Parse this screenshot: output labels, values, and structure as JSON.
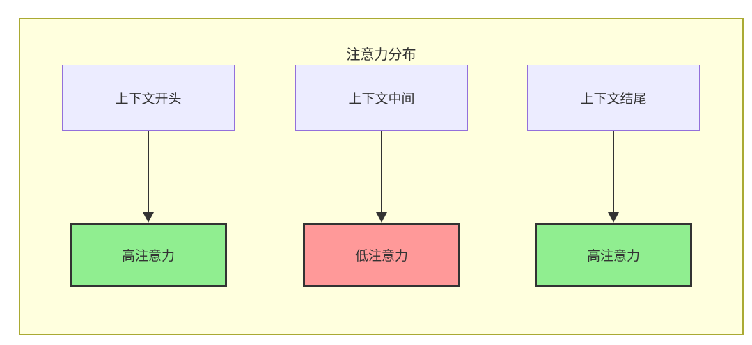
{
  "diagram": {
    "title": "注意力分布",
    "type": "flowchart",
    "columns": [
      {
        "source": "上下文开头",
        "target": "高注意力",
        "attention_level": "high"
      },
      {
        "source": "上下文中间",
        "target": "低注意力",
        "attention_level": "low"
      },
      {
        "source": "上下文结尾",
        "target": "高注意力",
        "attention_level": "high"
      }
    ],
    "colors": {
      "container_fill": "#ffffde",
      "container_border": "#aaaa33",
      "source_node_fill": "#ececff",
      "source_node_border": "#9370db",
      "high_attention_fill": "#90ee90",
      "low_attention_fill": "#ff9999",
      "result_node_border": "#333333",
      "arrow": "#333333",
      "text": "#333333"
    }
  }
}
